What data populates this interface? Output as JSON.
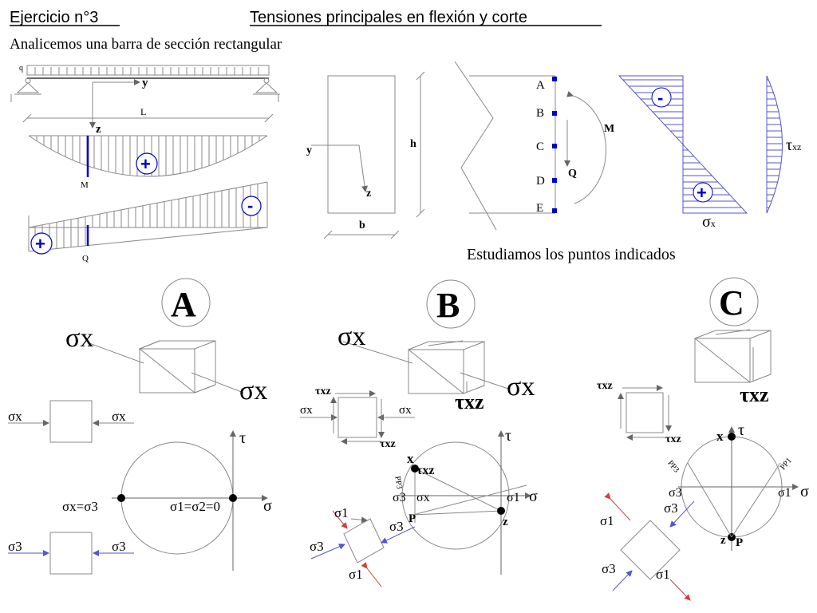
{
  "header": {
    "exercise": "Ejercicio n°3",
    "title": "Tensiones principales en flexión y corte",
    "subtitle": "Analicemos una barra de sección rectangular"
  },
  "beam": {
    "load": "q",
    "y": "y",
    "z": "z",
    "span": "L",
    "moment": "M",
    "shear": "Q",
    "plus": "+",
    "minus": "-"
  },
  "section": {
    "y": "y",
    "z": "z",
    "h": "h",
    "b": "b"
  },
  "profile": {
    "points": [
      "A",
      "B",
      "C",
      "D",
      "E"
    ],
    "moment": "M",
    "shear": "Q",
    "sigma_label": "σ",
    "sigma_sub": "x",
    "tau_label": "τ",
    "tau_sub": "xz",
    "plus": "+",
    "minus": "-"
  },
  "study_text": "Estudiamos los puntos indicados",
  "colors": {
    "blue": "#5555cc",
    "red": "#d04040",
    "diagram_blue": "#0000cc"
  },
  "panels": {
    "A": {
      "title": "A",
      "sx": "σx",
      "eq_left": "σx=σ3",
      "eq_right": "σ1=σ2=0",
      "s3": "σ3",
      "tau": "τ",
      "sigma": "σ"
    },
    "B": {
      "title": "B",
      "sx": "σx",
      "txz": "τxz",
      "x": "x",
      "pp3": "PP3",
      "s3": "σ3",
      "s1": "σ1",
      "P": "P",
      "z": "z",
      "tau": "τ",
      "sigma": "σ"
    },
    "C": {
      "title": "C",
      "txz": "τxz",
      "x": "x",
      "pp1": "PP1",
      "pp3": "PP3",
      "s3": "σ3",
      "s1": "σ1",
      "P": "P",
      "z": "z",
      "tau": "τ",
      "sigma": "σ"
    }
  }
}
